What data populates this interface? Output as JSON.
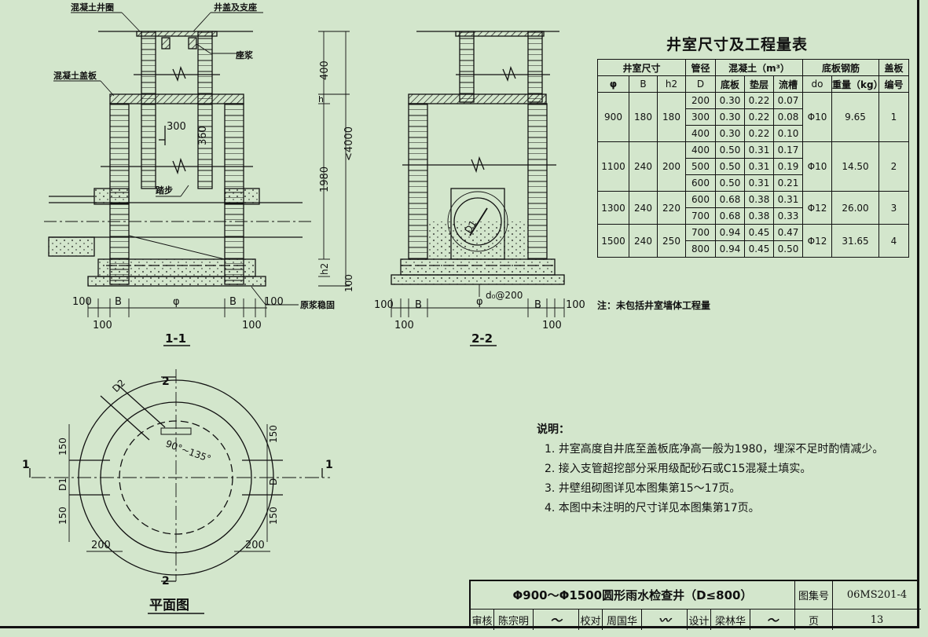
{
  "labels": {
    "ring": "混凝土井圈",
    "cover_seat": "井盖及支座",
    "mortar": "座浆",
    "cover_slab": "混凝土盖板",
    "step": "踏步",
    "mortar_ring": "原浆稳固",
    "d300": "300",
    "d360": "360",
    "d400": "400",
    "dh": "h",
    "d4000": "<4000",
    "d1980": "1980",
    "dh2": "h2",
    "d100v": "100",
    "b1": "B",
    "phi": "φ",
    "d100": "100",
    "d0": "d₀@200",
    "D1": "D1",
    "D2": "D2",
    "D": "D",
    "d150": "150",
    "d200": "200",
    "angle": "90°~135°",
    "sec_1": "1",
    "sec_2": "2"
  },
  "views": {
    "section_1": "1-1",
    "section_2": "2-2",
    "plan": "平面图"
  },
  "table": {
    "title": "井室尺寸及工程量表",
    "group_headers": [
      "井室尺寸",
      "管径",
      "混凝土（m³）",
      "底板钢筋",
      "盖板"
    ],
    "sub_headers": [
      "φ",
      "B",
      "h2",
      "D",
      "底板",
      "垫层",
      "流槽",
      "do",
      "重量（kg）",
      "编号"
    ],
    "groups": [
      {
        "phi": "900",
        "B": "180",
        "h2": "180",
        "rebar": "Φ10",
        "weight": "9.65",
        "no": "1",
        "rows": [
          [
            "200",
            "0.30",
            "0.22",
            "0.07"
          ],
          [
            "300",
            "0.30",
            "0.22",
            "0.08"
          ],
          [
            "400",
            "0.30",
            "0.22",
            "0.10"
          ]
        ]
      },
      {
        "phi": "1100",
        "B": "240",
        "h2": "200",
        "rebar": "Φ10",
        "weight": "14.50",
        "no": "2",
        "rows": [
          [
            "400",
            "0.50",
            "0.31",
            "0.17"
          ],
          [
            "500",
            "0.50",
            "0.31",
            "0.19"
          ],
          [
            "600",
            "0.50",
            "0.31",
            "0.21"
          ]
        ]
      },
      {
        "phi": "1300",
        "B": "240",
        "h2": "220",
        "rebar": "Φ12",
        "weight": "26.00",
        "no": "3",
        "rows": [
          [
            "600",
            "0.68",
            "0.38",
            "0.31"
          ],
          [
            "700",
            "0.68",
            "0.38",
            "0.33"
          ]
        ]
      },
      {
        "phi": "1500",
        "B": "240",
        "h2": "250",
        "rebar": "Φ12",
        "weight": "31.65",
        "no": "4",
        "rows": [
          [
            "700",
            "0.94",
            "0.45",
            "0.47"
          ],
          [
            "800",
            "0.94",
            "0.45",
            "0.50"
          ]
        ]
      }
    ],
    "note": "注：未包括井室墙体工程量"
  },
  "notes": {
    "title": "说明：",
    "items": [
      "1. 井室高度自井底至盖板底净高一般为1980，埋深不足时酌情减少。",
      "2. 接入支管超挖部分采用级配砂石或C15混凝土填实。",
      "3. 井壁组砌图详见本图集第15～17页。",
      "4. 本图中未注明的尺寸详见本图集第17页。"
    ]
  },
  "title_block": {
    "drawing_title": "Φ900～Φ1500圆形雨水检查井（D≤800）",
    "atlas_label": "图集号",
    "atlas_no": "06MS201-4",
    "review_label": "审核",
    "reviewer": "陈宗明",
    "check_label": "校对",
    "checker": "周国华",
    "design_label": "设计",
    "designer": "梁林华",
    "page_label": "页",
    "page_no": "13"
  },
  "colors": {
    "paper": "#d3e6cc",
    "ink": "#111111"
  }
}
